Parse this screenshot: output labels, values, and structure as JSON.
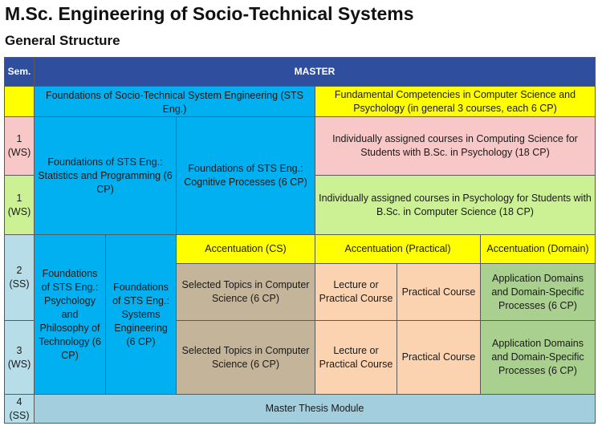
{
  "title": "M.Sc. Engineering of Socio-Technical Systems",
  "subtitle": "General Structure",
  "table": {
    "sem_header": "Sem.",
    "master_header": "MASTER",
    "sts_header": "Foundations of Socio-Technical System Engineering (STS Eng.)",
    "competencies_header": "Fundamental Competencies in Computer Science and Psychology (in general 3 courses, each 6 CP)",
    "semesters": [
      "1 (WS)",
      "1 (WS)",
      "2 (SS)",
      "3 (WS)",
      "4 (SS)"
    ],
    "stats_prog": "Foundations of STS Eng.: Statistics and Programming (6 CP)",
    "cognitive": "Foundations of STS Eng.: Cognitive Processes (6 CP)",
    "cs_for_psych": "Individually assigned courses in Computing Science for Students with B.Sc. in Psychology (18 CP)",
    "psych_for_cs": "Individually assigned courses in Psychology for Students with B.Sc. in Computer Science (18 CP)",
    "psych_phil": "Foundations of STS Eng.: Psychology and Philosophy of Technology (6 CP)",
    "systems_eng": "Foundations of STS Eng.: Systems Engineering (6 CP)",
    "accent_cs": "Accentuation (CS)",
    "accent_practical": "Accentuation (Practical)",
    "accent_domain": "Accentuation (Domain)",
    "selected_topics": "Selected Topics in Computer Science (6 CP)",
    "lecture_practical": "Lecture or Practical Course",
    "practical_course": "Practical Course",
    "app_domains": "Application Domains and Domain-Specific Processes (6 CP)",
    "thesis": "Master Thesis Module"
  },
  "colors": {
    "header": "#2f4f9e",
    "yellow": "#ffff00",
    "blue": "#00b0f0",
    "pink": "#f8c7c7",
    "light_green": "#ccf195",
    "tan": "#c4b49a",
    "peach": "#fbd3b0",
    "green": "#a9d08e",
    "steel": "#a3cede"
  }
}
